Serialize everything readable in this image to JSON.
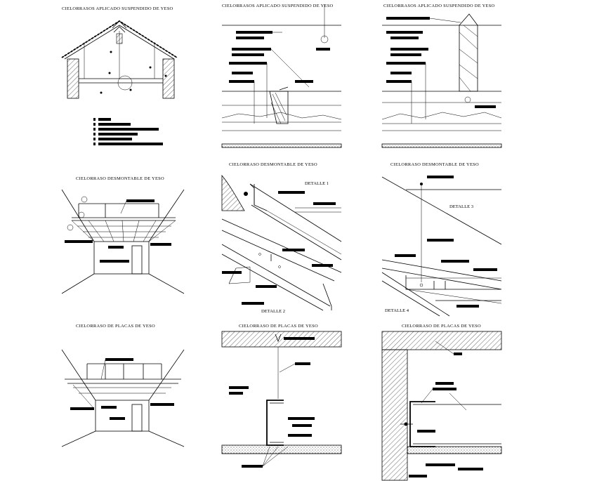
{
  "panels": [
    {
      "id": "p1",
      "title": "CIELORRASOS APLICADO SUSPENDIDO DE YESO",
      "detail": ""
    },
    {
      "id": "p2",
      "title": "CIELORRASOS APLICADO SUSPENDIDO DE YESO",
      "detail": ""
    },
    {
      "id": "p3",
      "title": "CIELORRASOS APLICADO SUSPENDIDO DE YESO",
      "detail": ""
    },
    {
      "id": "p4",
      "title": "CIELORRASO DESMONTABLE DE YESO",
      "detail": ""
    },
    {
      "id": "p5",
      "title": "CIELORRASO DESMONTABLE DE YESO",
      "detail": "DETALLE 1",
      "detail2": "DETALLE 2"
    },
    {
      "id": "p6",
      "title": "CIELORRASO DESMONTABLE DE YESO",
      "detail": "DETALLE 3",
      "detail2": "DETALLE 4"
    },
    {
      "id": "p7",
      "title": "CIELORRASO DE PLACAS DE YESO",
      "detail": ""
    },
    {
      "id": "p8",
      "title": "CIELORRASO DE PLACAS DE YESO",
      "detail": ""
    },
    {
      "id": "p9",
      "title": "CIELORRASO DE PLACAS DE YESO",
      "detail": ""
    }
  ],
  "colors": {
    "ink": "#000000",
    "paper": "#ffffff"
  }
}
